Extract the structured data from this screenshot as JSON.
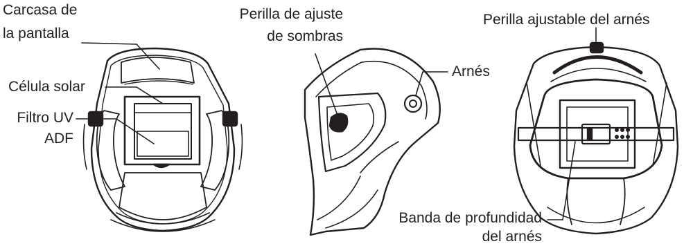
{
  "front_view": {
    "shell_label_line1": "Carcasa de",
    "shell_label_line2": "la pantalla",
    "solar_cell_label": "Célula solar",
    "filter_label_line1": "Filtro UV",
    "filter_label_line2": "ADF"
  },
  "side_view": {
    "shade_knob_label_line1": "Perilla de ajuste",
    "shade_knob_label_line2": "de sombras",
    "harness_label": "Arnés"
  },
  "back_view": {
    "harness_knob_label": "Perilla ajustable  del arnés",
    "depth_band_label_line1": "Banda de profundidad",
    "depth_band_label_line2": "del arnés"
  },
  "colors": {
    "ink": "#231f20",
    "background": "#ffffff"
  }
}
